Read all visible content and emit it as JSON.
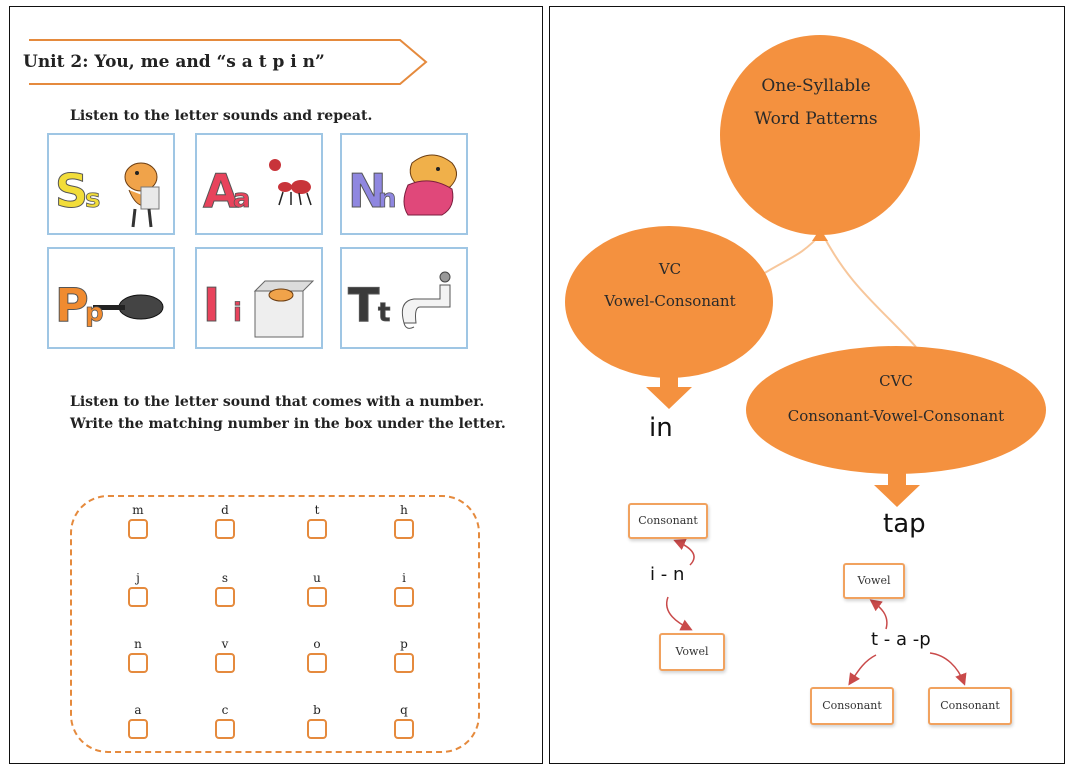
{
  "left_page": {
    "unit_title": "Unit 2: You, me and “s a t p i n”",
    "instruction_1": "Listen to the letter sounds and repeat.",
    "instruction_2": "Listen to the letter sound that comes with a number. Write the matching number in the box under the letter.",
    "cards": [
      {
        "upper": "S",
        "lower": "s",
        "picture": "snake-on-chair",
        "upper_color": "#f2dd3a",
        "lower_color": "#f2dd3a"
      },
      {
        "upper": "A",
        "lower": "a",
        "picture": "ant",
        "upper_color": "#e8435c",
        "lower_color": "#e8435c"
      },
      {
        "upper": "N",
        "lower": "n",
        "picture": "sleeping-nut-creature",
        "upper_color": "#8f87e0",
        "lower_color": "#8f87e0"
      },
      {
        "upper": "P",
        "lower": "p",
        "picture": "pan",
        "upper_color": "#f08b30",
        "lower_color": "#f08b30"
      },
      {
        "upper": "I",
        "lower": "i",
        "picture": "insect-in-box",
        "upper_color": "#e8435c",
        "lower_color": "#e8435c"
      },
      {
        "upper": "T",
        "lower": "t",
        "picture": "tap",
        "upper_color": "#3a3a3a",
        "lower_color": "#3a3a3a"
      }
    ],
    "letter_grid": [
      [
        "m",
        "d",
        "t",
        "h"
      ],
      [
        "j",
        "s",
        "u",
        "i"
      ],
      [
        "n",
        "v",
        "o",
        "p"
      ],
      [
        "a",
        "c",
        "b",
        "q"
      ]
    ],
    "colors": {
      "accent": "#e58a3d",
      "card_border": "#9fc6e4"
    }
  },
  "right_page": {
    "root": {
      "line1": "One-Syllable",
      "line2": "Word Patterns"
    },
    "vc": {
      "line1": "VC",
      "line2": "Vowel-Consonant"
    },
    "cvc": {
      "line1": "CVC",
      "line2": "Consonant-Vowel-Consonant"
    },
    "example_vc": {
      "word": "in",
      "breakdown": "i - n",
      "tag_top": "Consonant",
      "tag_bottom": "Vowel"
    },
    "example_cvc": {
      "word": "tap",
      "breakdown": "t - a -p",
      "tag_top": "Vowel",
      "tag_left": "Consonant",
      "tag_right": "Consonant"
    },
    "colors": {
      "node_fill": "#f4913f",
      "connector": "#f7c79c",
      "arrow_red": "#c94a4a"
    }
  }
}
